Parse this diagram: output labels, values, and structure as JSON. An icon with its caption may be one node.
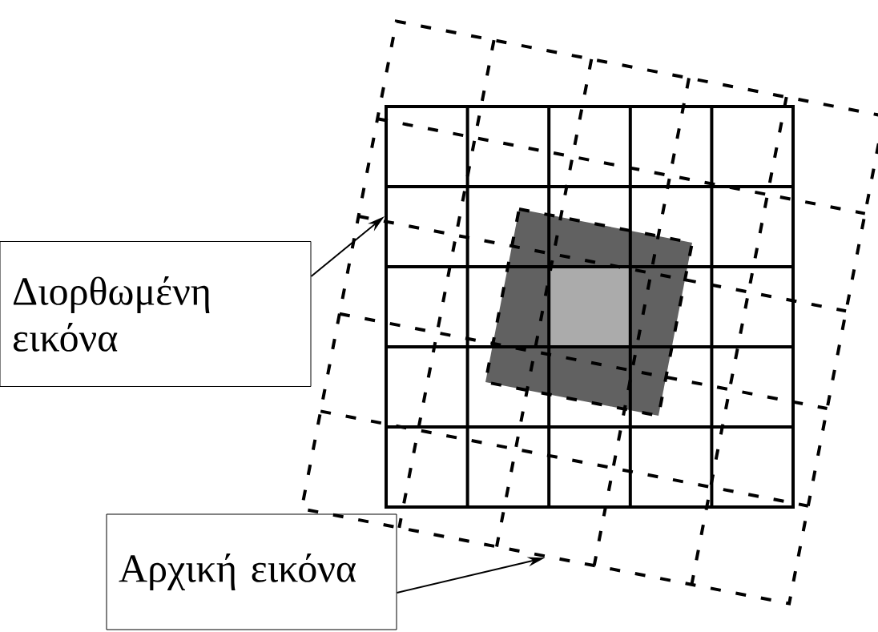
{
  "diagram": {
    "nodes": [
      {
        "text": [
          "Διορθωμένη εικόνα"
        ]
      },
      {
        "text": [],
        "shape": "box",
        "in": 3
      },
      {
        "text": [
          "Αρχική εικόνα"
        ]
      },
      {
        "text": [],
        "shape": "box"
      }
    ],
    "edges": [
      {
        "from": 0,
        "to": 1,
        "arrow": "to"
      },
      {
        "from": 2,
        "to": 3,
        "arrow": "to"
      }
    ]
  }
}
